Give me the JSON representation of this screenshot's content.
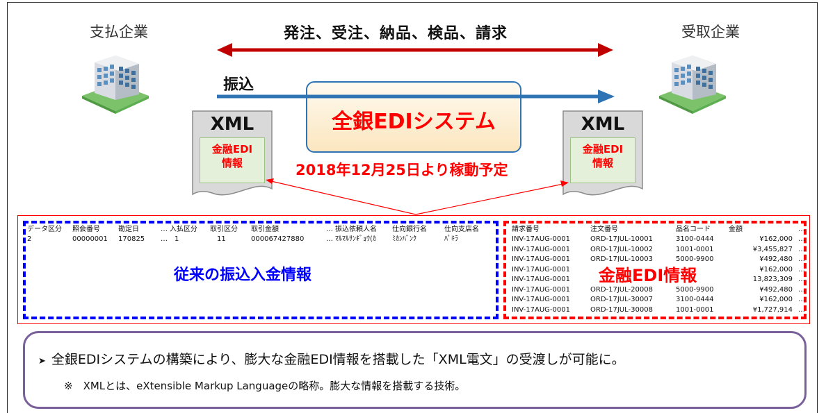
{
  "top": {
    "payer_label": "支払企業",
    "payee_label": "受取企業",
    "flow_label": "発注、受注、納品、検品、請求",
    "transfer_label": "振込"
  },
  "center": {
    "system_name": "全銀EDIシステム",
    "schedule": "2018年12月25日より稼動予定"
  },
  "documents": {
    "left": {
      "title": "XML",
      "line1": "金融EDI",
      "line2": "情報"
    },
    "right": {
      "title": "XML",
      "line1": "金融EDI",
      "line2": "情報"
    }
  },
  "legacy": {
    "overlay_label": "従来の振込入金情報",
    "headers": [
      "データ区分",
      "照会番号",
      "勘定日",
      "…",
      "入払区分",
      "取引区分",
      "取引金額",
      "…",
      "振込依頼人名",
      "仕向銀行名",
      "仕向支店名"
    ],
    "row": [
      "2",
      "00000001",
      "170825",
      "…",
      "1",
      "11",
      "000067427880",
      "…",
      "ﾏﾙﾏﾙｻﾝｷﾞｮｳ(ｶ",
      "ﾐｶﾝﾊﾞﾝｸ",
      "ﾊﾟｷﾗ"
    ]
  },
  "edi_info": {
    "overlay_label": "金融EDI情報",
    "headers": [
      "請求番号",
      "注文番号",
      "品名コード",
      "金額",
      "…"
    ],
    "rows": [
      [
        "INV-17AUG-0001",
        "ORD-17JUL-10001",
        "3100-0444",
        "¥162,000",
        "…"
      ],
      [
        "INV-17AUG-0001",
        "ORD-17JUL-10002",
        "1001-0001",
        "¥3,455,827",
        "…"
      ],
      [
        "INV-17AUG-0001",
        "ORD-17JUL-10003",
        "5000-9900",
        "¥492,480",
        "…"
      ],
      [
        "INV-17AUG-0001",
        "",
        "",
        "¥162,000",
        "…"
      ],
      [
        "INV-17AUG-0001",
        "",
        "",
        "13,823,309",
        "…"
      ],
      [
        "INV-17AUG-0001",
        "ORD-17JUL-20008",
        "5000-9900",
        "¥492,480",
        "…"
      ],
      [
        "INV-17AUG-0001",
        "ORD-17JUL-30007",
        "3100-0444",
        "¥162,000",
        "…"
      ],
      [
        "INV-17AUG-0001",
        "ORD-17JUL-30008",
        "1001-0001",
        "¥1,727,914",
        "…"
      ]
    ]
  },
  "summary": {
    "bullet": "全銀EDIシステムの構築により、膨大な金融EDI情報を搭載した「XML電文」の受渡しが可能に。",
    "note": "※　XMLとは、eXtensible Markup Languageの略称。膨大な情報を搭載する技術。"
  },
  "colors": {
    "accent_red": "#c00000",
    "accent_blue": "#2e74b5",
    "edi_red": "#ff0000",
    "legacy_blue": "#0000ff",
    "frame_purple": "#7a609a"
  }
}
